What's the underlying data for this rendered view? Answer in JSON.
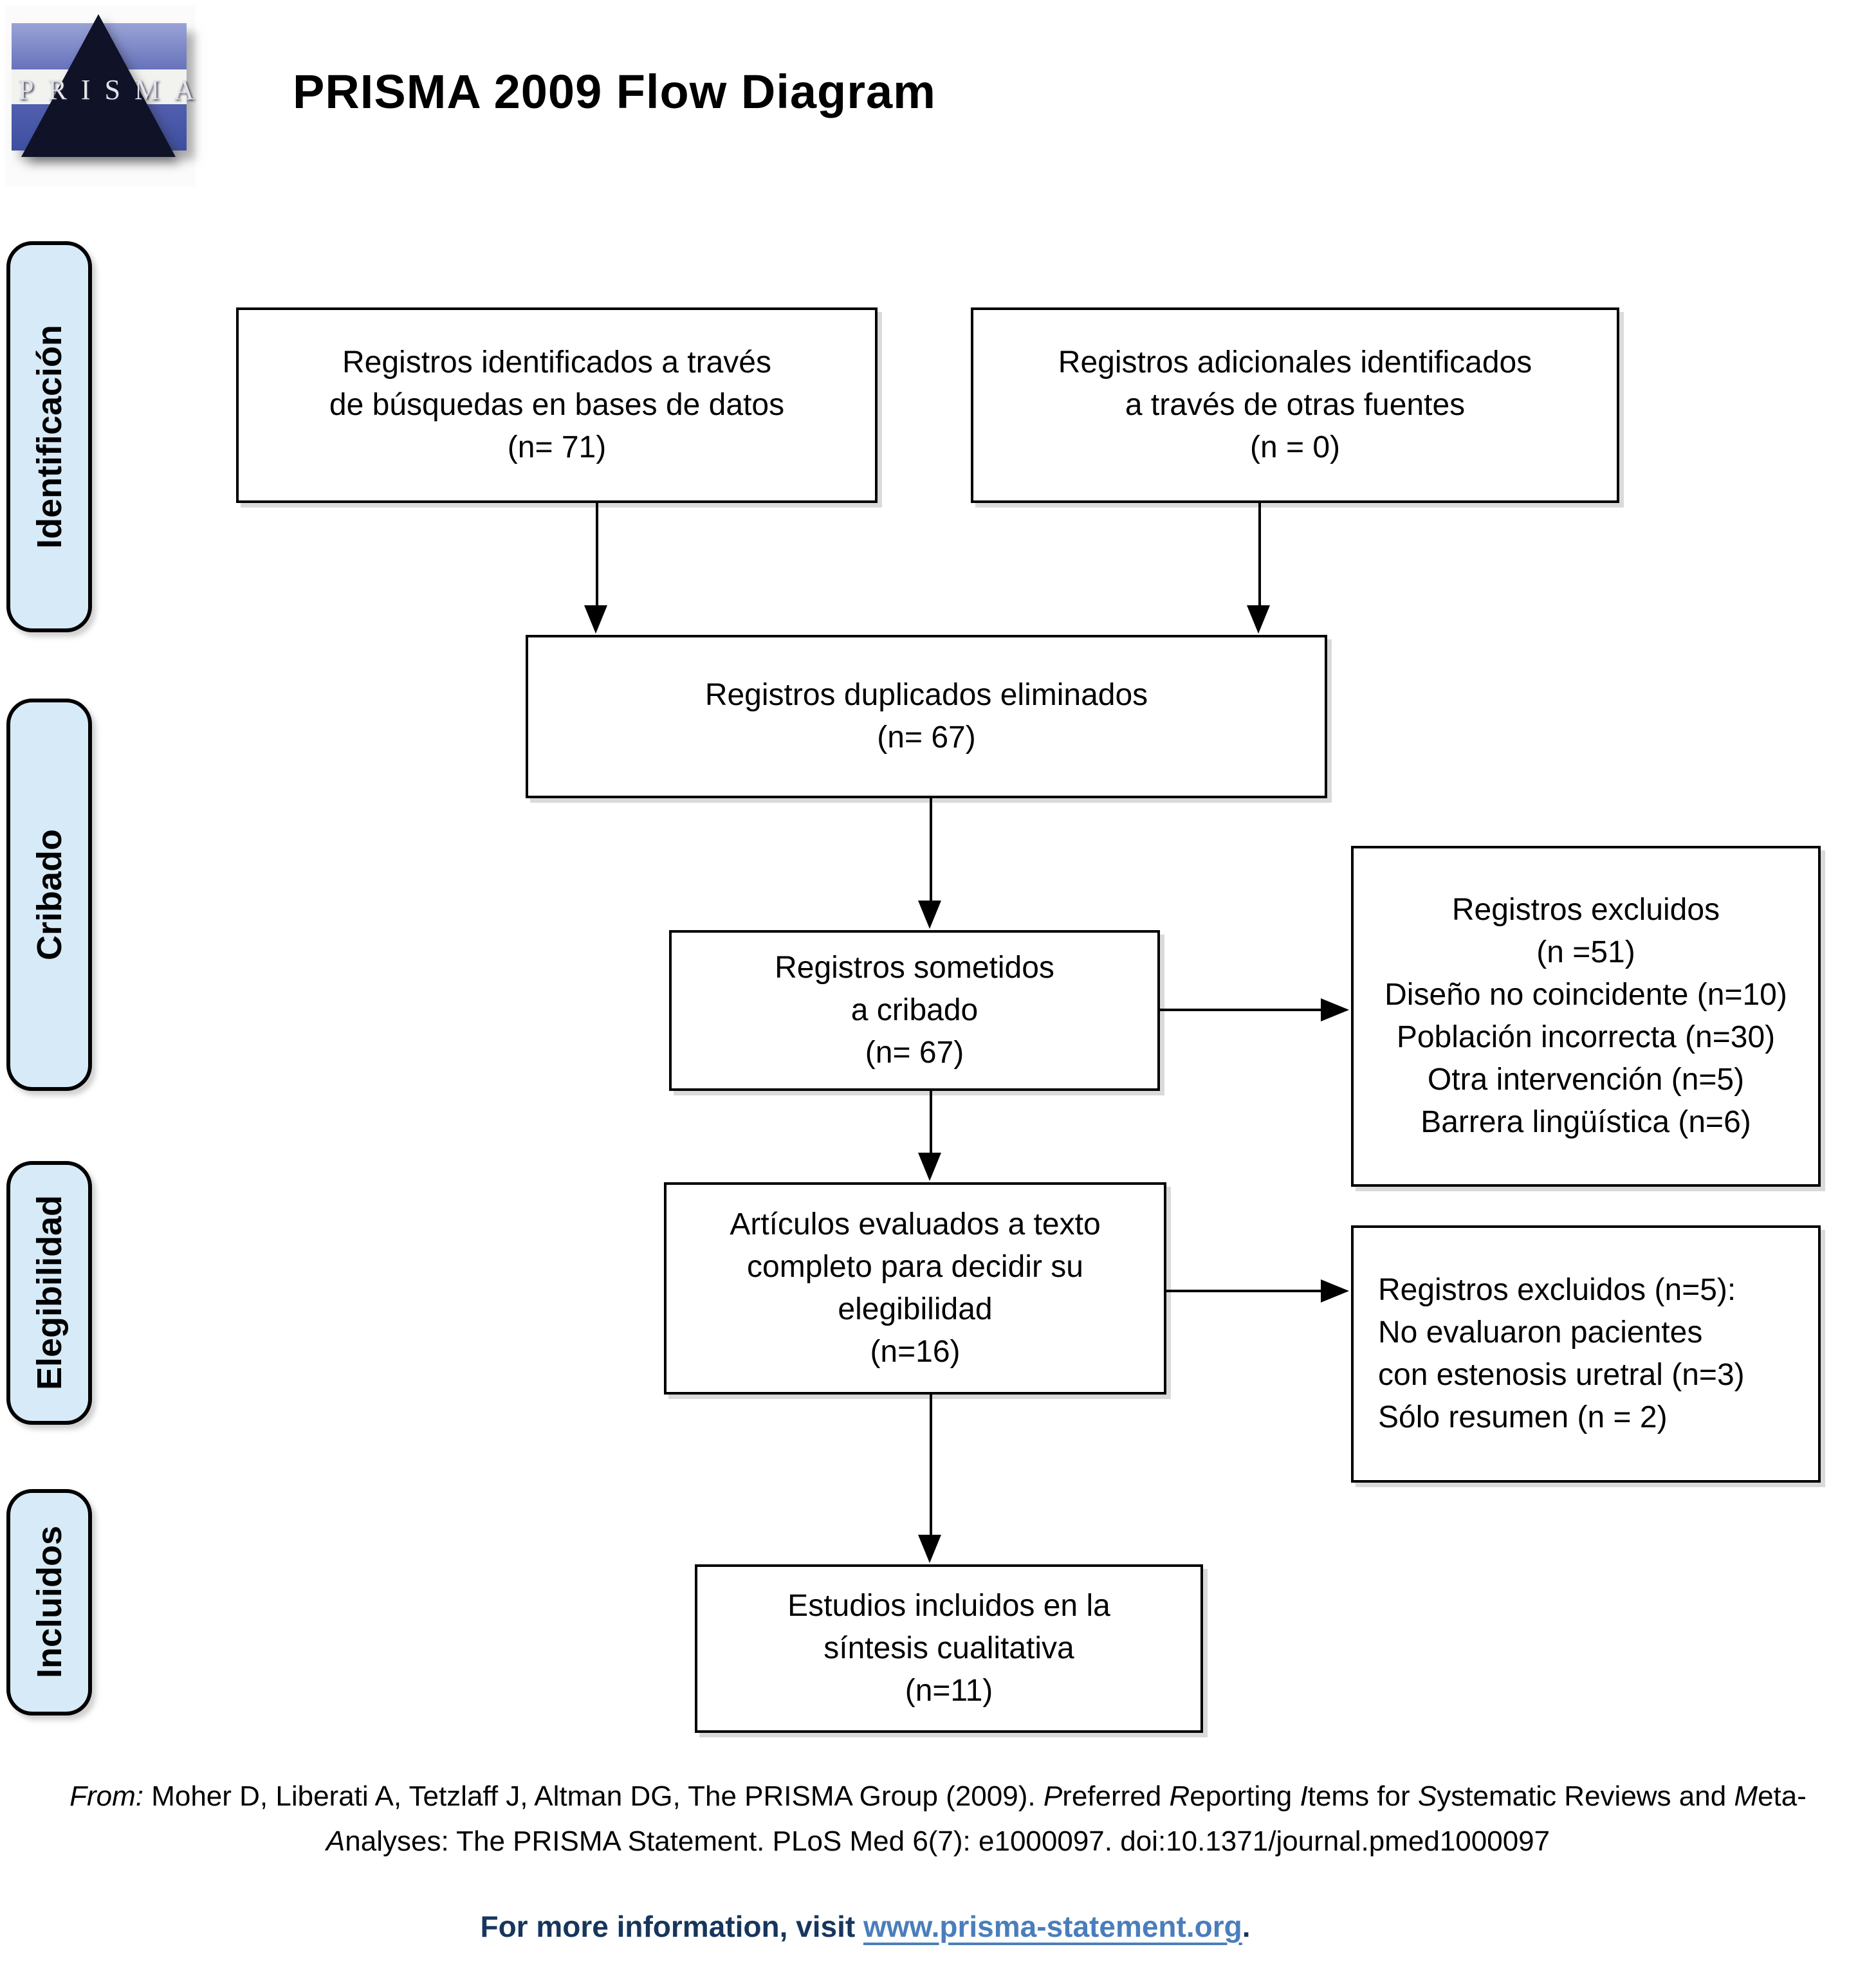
{
  "title": "PRISMA 2009 Flow Diagram",
  "logo": {
    "text": "PRISMA"
  },
  "sidebar": {
    "stages": [
      {
        "label": "Identificación"
      },
      {
        "label": "Cribado"
      },
      {
        "label": "Elegibilidad"
      },
      {
        "label": "Incluidos"
      }
    ]
  },
  "flow": {
    "identified_db": "Registros identificados a través\nde búsquedas en bases de datos\n(n= 71)",
    "identified_other": "Registros adicionales identificados\na través de otras fuentes\n(n = 0)",
    "duplicates_removed": "Registros duplicados eliminados\n(n= 67)",
    "screened": "Registros sometidos\na cribado\n(n= 67)",
    "excluded_screening": "Registros excluidos\n(n =51)\nDiseño no coincidente (n=10)\nPoblación incorrecta (n=30)\nOtra intervención (n=5)\nBarrera lingüística (n=6)",
    "fulltext_assessed": "Artículos evaluados a texto\ncompleto para decidir su\nelegibilidad\n(n=16)",
    "excluded_fulltext": "Registros excluidos (n=5):\nNo evaluaron pacientes\ncon estenosis uretral (n=3)\nSólo resumen (n = 2)",
    "included_qualitative": "Estudios incluidos en la\nsíntesis cualitativa\n(n=11)"
  },
  "footer": {
    "from_label": "From:",
    "citation_segments": [
      {
        "t": " Moher D, Liberati A, Tetzlaff J, Altman DG, The PRISMA Group (2009). ",
        "i": false
      },
      {
        "t": "P",
        "i": true
      },
      {
        "t": "referred ",
        "i": false
      },
      {
        "t": "R",
        "i": true
      },
      {
        "t": "eporting ",
        "i": false
      },
      {
        "t": "I",
        "i": true
      },
      {
        "t": "tems for ",
        "i": false
      },
      {
        "t": "S",
        "i": true
      },
      {
        "t": "ystematic Reviews and ",
        "i": false
      },
      {
        "t": "M",
        "i": true
      },
      {
        "t": "eta-",
        "i": false
      },
      {
        "t": "\n",
        "i": false
      },
      {
        "t": "A",
        "i": true
      },
      {
        "t": "nalyses: The PRISMA Statement. PLoS Med 6(7): e1000097. doi:10.1371/journal.pmed1000097",
        "i": false
      }
    ],
    "info_prefix": "For more information, visit ",
    "info_link": "www.prisma-statement.org",
    "info_suffix": "."
  },
  "colors": {
    "stage_fill": "#d7eaf7",
    "logo_blue": "#5a67b5",
    "info_navy": "#17365d",
    "link_blue": "#4a7ebb"
  }
}
